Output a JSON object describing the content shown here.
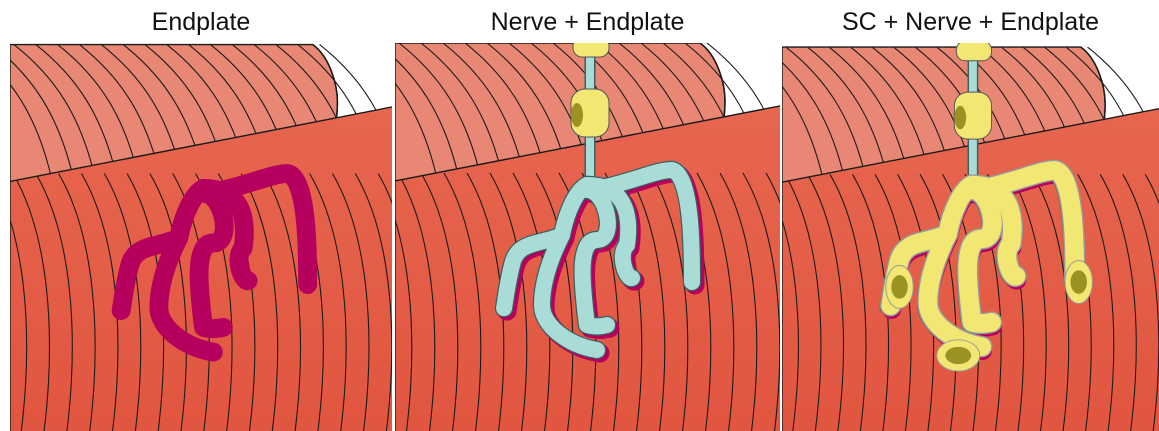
{
  "panels": [
    {
      "title": "Endplate"
    },
    {
      "title": "Nerve + Endplate"
    },
    {
      "title": "SC + Nerve + Endplate"
    }
  ],
  "colors": {
    "fiber_back": "#e88774",
    "fiber_front": "#e1553f",
    "striation": "#1a1a1a",
    "endplate": "#b5005e",
    "nerve": "#a9dcd6",
    "schwann_cell": "#f1e772",
    "schwann_nucleus": "#9a9323"
  }
}
